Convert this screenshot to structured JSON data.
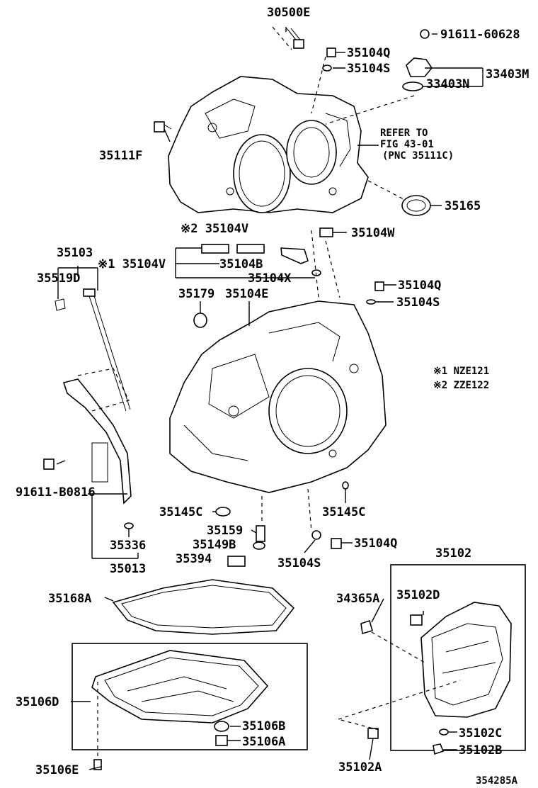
{
  "labels": {
    "p30500E": "30500E",
    "p91611_60628": "91611-60628",
    "p35104Q_a": "35104Q",
    "p35104S_a": "35104S",
    "p33403M": "33403M",
    "p33403N": "33403N",
    "p35111F": "35111F",
    "refer1": "REFER TO",
    "refer2": "FIG 43-01",
    "refer3": "(PNC 35111C)",
    "p35165": "35165",
    "p35104V_2": "※2 35104V",
    "p35104W": "35104W",
    "p35103": "35103",
    "p35104V_1": "※1 35104V",
    "p35104B": "35104B",
    "p35519D": "35519D",
    "p35104X": "35104X",
    "p35104Q_b": "35104Q",
    "p35179": "35179",
    "p35104E": "35104E",
    "p35104S_b": "35104S",
    "note1": "※1 NZE121",
    "note2": "※2 ZZE122",
    "p91611_B0816": "91611-B0816",
    "p35145C_a": "35145C",
    "p35145C_b": "35145C",
    "p35159": "35159",
    "p35336": "35336",
    "p35149B": "35149B",
    "p35104Q_c": "35104Q",
    "p35394": "35394",
    "p35104S_c": "35104S",
    "p35013": "35013",
    "p35102": "35102",
    "p35168A": "35168A",
    "p34365A": "34365A",
    "p35102D": "35102D",
    "p35106D": "35106D",
    "p35106B": "35106B",
    "p35106A": "35106A",
    "p35102C": "35102C",
    "p35102B": "35102B",
    "p35106E": "35106E",
    "p35102A": "35102A",
    "diagram_id": "354285A"
  }
}
